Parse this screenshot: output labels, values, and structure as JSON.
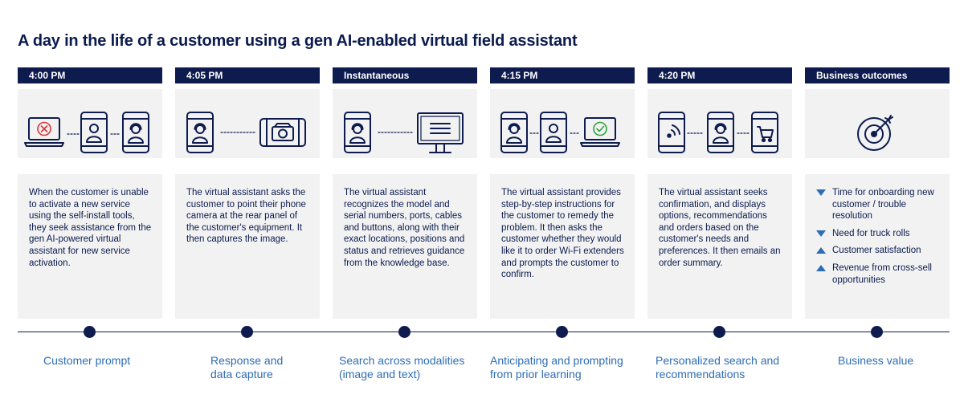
{
  "title": "A day in the life of a customer using a gen AI-enabled virtual field assistant",
  "columns": [
    {
      "header": "4:00 PM",
      "icons": [
        "laptop-error-icon",
        "phone-user-icon",
        "phone-agent-icon"
      ],
      "description": "When the customer is unable to activate a new service using the self-install tools, they seek assistance from the gen AI-powered virtual assistant for new service activation.",
      "stage": "Customer prompt"
    },
    {
      "header": "4:05 PM",
      "icons": [
        "phone-agent-icon",
        "phone-camera-icon"
      ],
      "description": "The virtual assistant asks the customer to point their phone camera at the rear panel of the customer's equipment. It then captures the image.",
      "stage": "Response and data capture"
    },
    {
      "header": "Instantaneous",
      "icons": [
        "phone-agent-icon",
        "monitor-icon"
      ],
      "description": "The virtual assistant recognizes the model and serial numbers, ports, cables and buttons, along with their exact locations, positions and status and retrieves guidance from the knowledge base.",
      "stage": "Search across modalities (image and text)"
    },
    {
      "header": "4:15 PM",
      "icons": [
        "phone-agent-icon",
        "phone-user-icon",
        "laptop-check-icon"
      ],
      "description": "The virtual assistant provides step-by-step instructions for the customer to remedy the problem. It then asks the customer whether they would like it to order Wi-Fi extenders and prompts the customer to confirm.",
      "stage": "Anticipating and prompting from prior learning"
    },
    {
      "header": "4:20 PM",
      "icons": [
        "phone-signal-icon",
        "phone-agent-icon",
        "phone-cart-icon"
      ],
      "description": "The virtual assistant seeks confirmation, and displays options, recommendations and orders based on the customer's needs and preferences. It then emails an order summary.",
      "stage": "Personalized search and recommendations"
    },
    {
      "header": "Business outcomes",
      "icons": [
        "target-icon"
      ],
      "outcomes": [
        {
          "direction": "down",
          "text": "Time for onboarding new customer / trouble resolution"
        },
        {
          "direction": "down",
          "text": "Need for truck rolls"
        },
        {
          "direction": "up",
          "text": "Customer satisfaction"
        },
        {
          "direction": "up",
          "text": "Revenue from cross-sell opportunities"
        }
      ],
      "stage": "Business value"
    }
  ],
  "colors": {
    "navy": "#0d1b4f",
    "text": "#0b1b4e",
    "blue": "#2e6db4",
    "panel": "#f2f2f2",
    "error": "#e0313a",
    "check": "#2aa23b"
  }
}
